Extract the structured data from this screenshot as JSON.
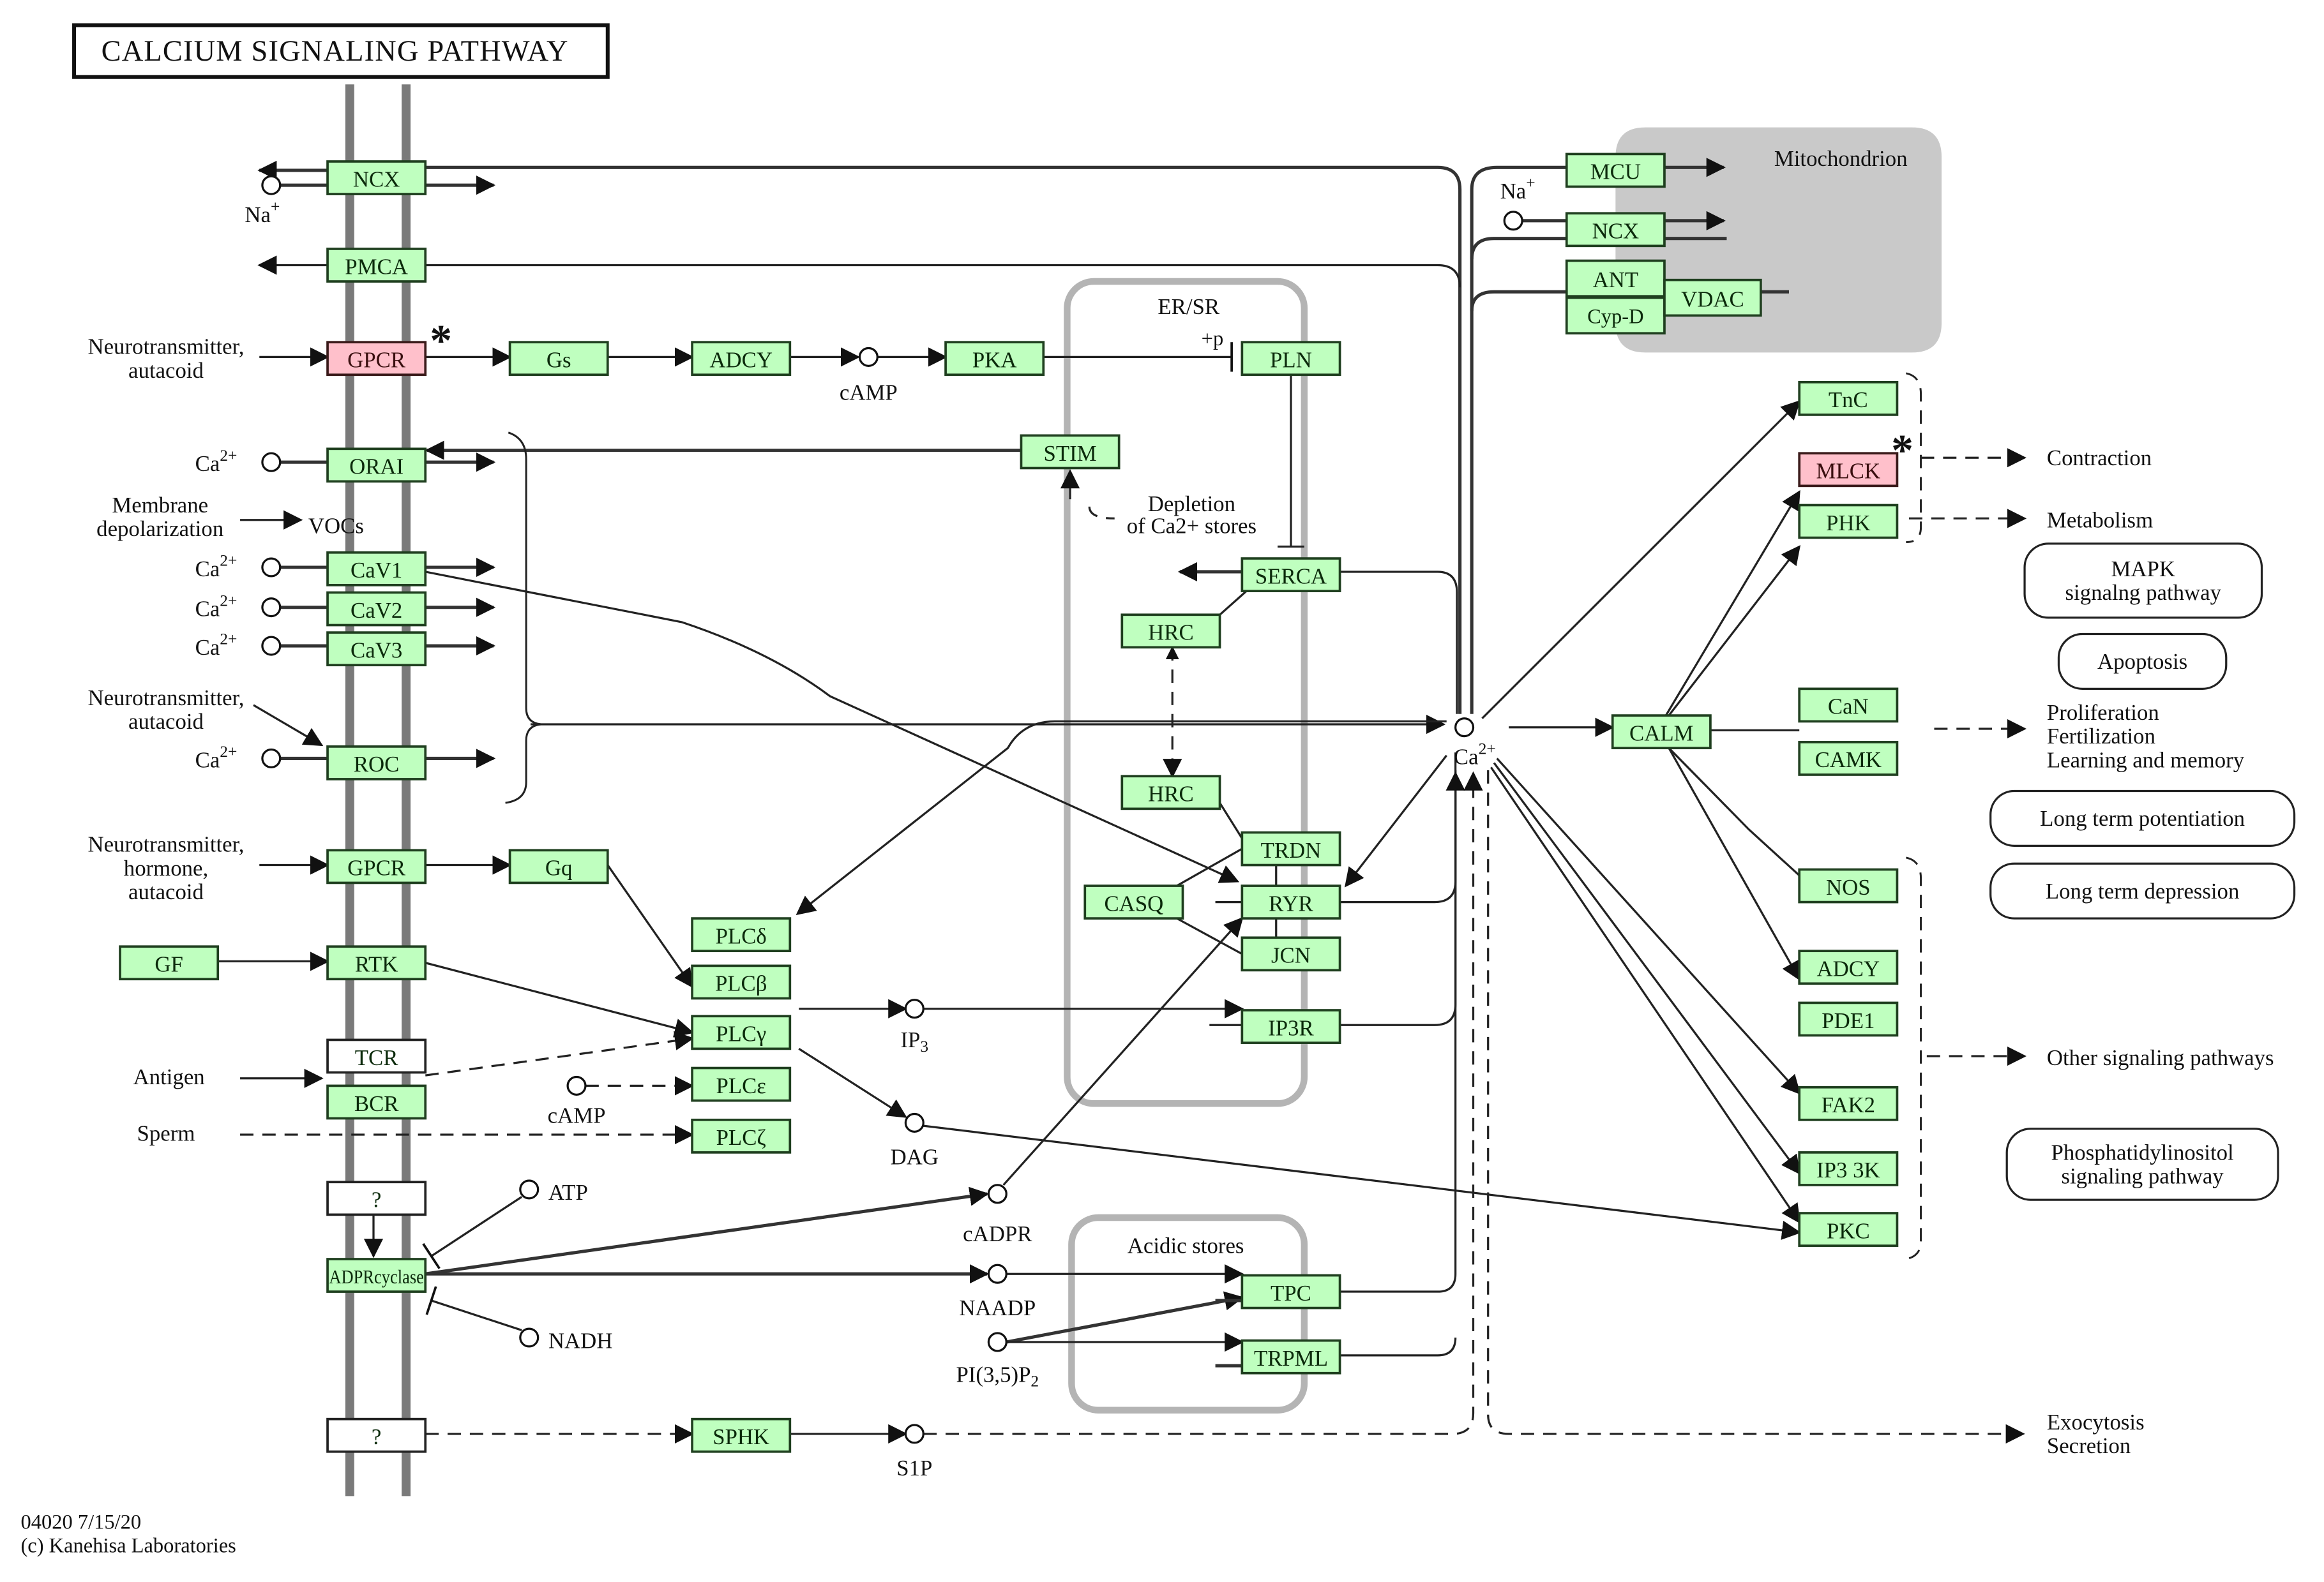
{
  "title": "CALCIUM SIGNALING PATHWAY",
  "footer": {
    "map_id_date": "04020 7/15/20",
    "copyright": "(c) Kanehisa Laboratories"
  },
  "colors": {
    "gene_fill": "#bfffbf",
    "highlight_fill": "#ffc0cb",
    "unknown_fill": "#ffffff",
    "membrane": "#7a7a7a",
    "compartment_border": "#b4b4b4",
    "mitochondrion_fill": "#c9c9c9"
  },
  "legend_marks": {
    "highlight_marker": "*"
  },
  "compartments": {
    "er_sr": "ER/SR",
    "acidic_stores": "Acidic stores",
    "mitochondrion": "Mitochondrion"
  },
  "nodes": {
    "ncx_pm": {
      "label": "NCX",
      "type": "gene"
    },
    "pmca": {
      "label": "PMCA",
      "type": "gene"
    },
    "gpcr1": {
      "label": "GPCR",
      "type": "hit"
    },
    "gs": {
      "label": "Gs",
      "type": "gene"
    },
    "adcy1": {
      "label": "ADCY",
      "type": "gene"
    },
    "pka": {
      "label": "PKA",
      "type": "gene"
    },
    "pln": {
      "label": "PLN",
      "type": "gene"
    },
    "orai": {
      "label": "ORAI",
      "type": "gene"
    },
    "stim": {
      "label": "STIM",
      "type": "gene"
    },
    "cav1": {
      "label": "CaV1",
      "type": "gene"
    },
    "cav2": {
      "label": "CaV2",
      "type": "gene"
    },
    "cav3": {
      "label": "CaV3",
      "type": "gene"
    },
    "roc": {
      "label": "ROC",
      "type": "gene"
    },
    "serca": {
      "label": "SERCA",
      "type": "gene"
    },
    "hrc1": {
      "label": "HRC",
      "type": "gene"
    },
    "hrc2": {
      "label": "HRC",
      "type": "gene"
    },
    "trdn": {
      "label": "TRDN",
      "type": "gene"
    },
    "casq": {
      "label": "CASQ",
      "type": "gene"
    },
    "ryr": {
      "label": "RYR",
      "type": "gene"
    },
    "jcn": {
      "label": "JCN",
      "type": "gene"
    },
    "ip3r": {
      "label": "IP3R",
      "type": "gene"
    },
    "gpcr2": {
      "label": "GPCR",
      "type": "gene"
    },
    "gq": {
      "label": "Gq",
      "type": "gene"
    },
    "gf": {
      "label": "GF",
      "type": "gene"
    },
    "rtk": {
      "label": "RTK",
      "type": "gene"
    },
    "tcr": {
      "label": "TCR",
      "type": "unknown"
    },
    "bcr": {
      "label": "BCR",
      "type": "gene"
    },
    "unk1": {
      "label": "?",
      "type": "unknown"
    },
    "adprcyclase": {
      "label": "ADPRcyclase",
      "type": "gene"
    },
    "unk2": {
      "label": "?",
      "type": "unknown"
    },
    "plcd": {
      "label": "PLCδ",
      "type": "gene"
    },
    "plcb": {
      "label": "PLCβ",
      "type": "gene"
    },
    "plcg": {
      "label": "PLCγ",
      "type": "gene"
    },
    "plce": {
      "label": "PLCε",
      "type": "gene"
    },
    "plcz": {
      "label": "PLCζ",
      "type": "gene"
    },
    "sphk": {
      "label": "SPHK",
      "type": "gene"
    },
    "tpc": {
      "label": "TPC",
      "type": "gene"
    },
    "trpml": {
      "label": "TRPML",
      "type": "gene"
    },
    "mcu": {
      "label": "MCU",
      "type": "gene"
    },
    "ncx_mito": {
      "label": "NCX",
      "type": "gene"
    },
    "ant": {
      "label": "ANT",
      "type": "gene"
    },
    "cypd": {
      "label": "Cyp-D",
      "type": "gene"
    },
    "vdac": {
      "label": "VDAC",
      "type": "gene"
    },
    "calm": {
      "label": "CALM",
      "type": "gene"
    },
    "tnc": {
      "label": "TnC",
      "type": "gene"
    },
    "mlck": {
      "label": "MLCK",
      "type": "hit"
    },
    "phk": {
      "label": "PHK",
      "type": "gene"
    },
    "can": {
      "label": "CaN",
      "type": "gene"
    },
    "camk": {
      "label": "CAMK",
      "type": "gene"
    },
    "nos": {
      "label": "NOS",
      "type": "gene"
    },
    "adcy2": {
      "label": "ADCY",
      "type": "gene"
    },
    "pde1": {
      "label": "PDE1",
      "type": "gene"
    },
    "fak2": {
      "label": "FAK2",
      "type": "gene"
    },
    "ip33k": {
      "label": "IP3 3K",
      "type": "gene"
    },
    "pkc": {
      "label": "PKC",
      "type": "gene"
    }
  },
  "compounds": {
    "na_pm": "Na+",
    "camp1": "cAMP",
    "ca_orai": "Ca2+",
    "ca_cav1": "Ca2+",
    "ca_cav2": "Ca2+",
    "ca_cav3": "Ca2+",
    "ca_roc": "Ca2+",
    "camp2": "cAMP",
    "ip3": "IP3",
    "dag": "DAG",
    "atp": "ATP",
    "nadh": "NADH",
    "cadpr": "cADPR",
    "naadp": "NAADP",
    "pi35p2": "PI(3,5)P2",
    "s1p": "S1P",
    "ca_center": "Ca2+",
    "na_mito": "Na+"
  },
  "labels": {
    "neurotransmitter1": [
      "Neurotransmitter,",
      "autacoid"
    ],
    "membrane_depol": [
      "Membrane",
      "depolarization"
    ],
    "vocs": "VOCs",
    "neurotransmitter2": [
      "Neurotransmitter,",
      "autacoid"
    ],
    "neurotransmitter3": [
      "Neurotransmitter,",
      "hormone,",
      "autacoid"
    ],
    "antigen": "Antigen",
    "sperm": "Sperm",
    "depletion": [
      "Depletion",
      "of Ca2+ stores"
    ],
    "phospho": "+p",
    "contraction": "Contraction",
    "metabolism": "Metabolism",
    "proliferation": [
      "Proliferation",
      "Fertilization",
      "Learning and memory"
    ],
    "other_signaling": "Other signaling pathways",
    "exocytosis": [
      "Exocytosis",
      "Secretion"
    ]
  },
  "pathway_links": {
    "mapk": [
      "MAPK",
      "signalng pathway"
    ],
    "apoptosis": [
      "Apoptosis"
    ],
    "ltp": [
      "Long term potentiation"
    ],
    "ltd": [
      "Long term depression"
    ],
    "phosphatidylinositol": [
      "Phosphatidylinositol",
      "signaling pathway"
    ]
  }
}
